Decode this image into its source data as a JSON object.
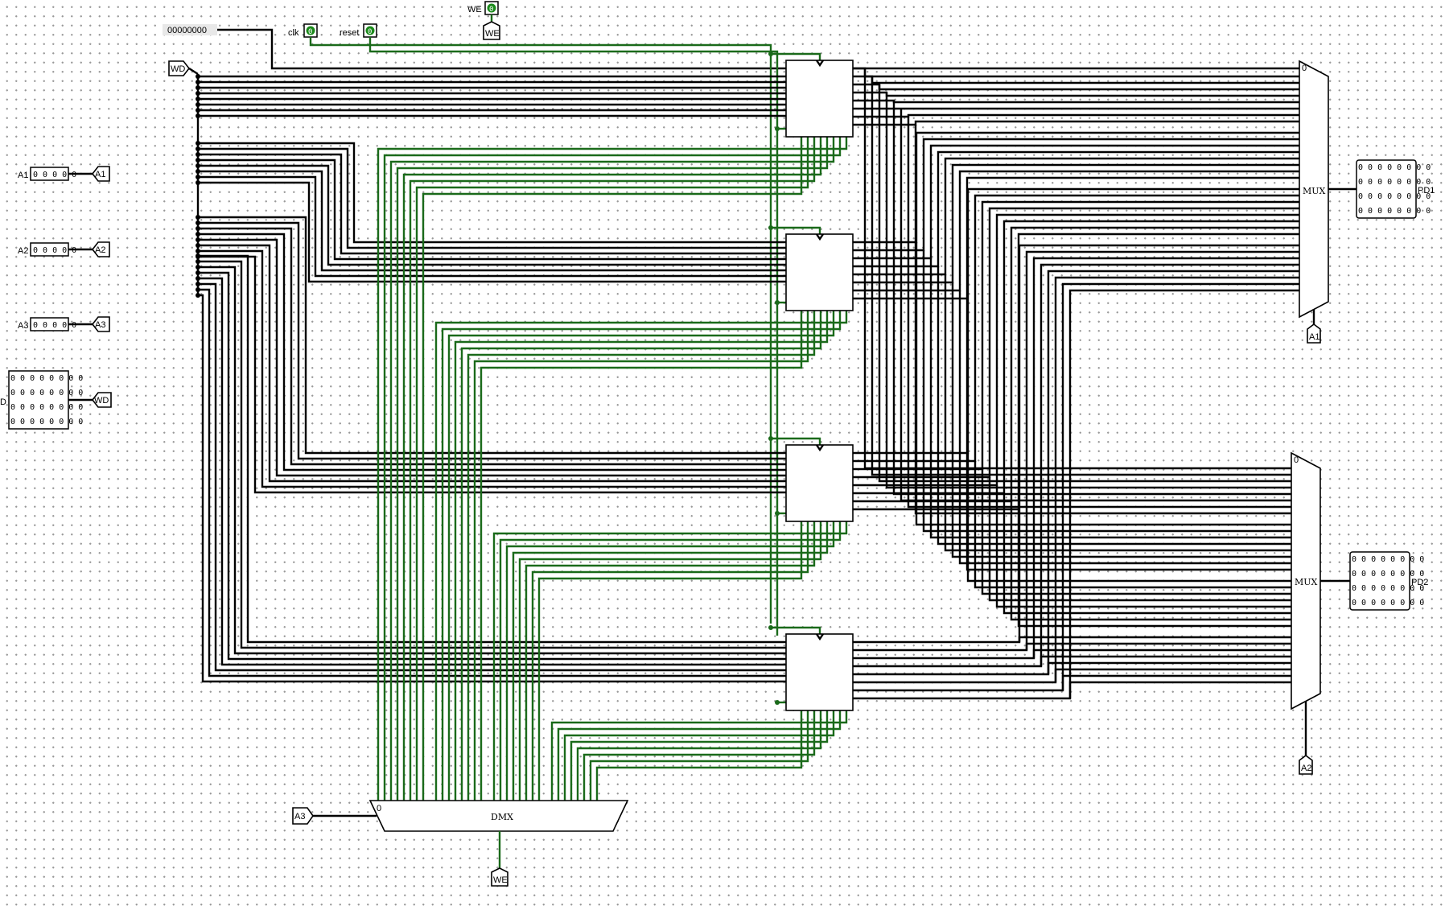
{
  "constant": {
    "value": "00000000"
  },
  "pins": {
    "clk": {
      "label": "clk",
      "state": "0"
    },
    "reset": {
      "label": "reset",
      "state": "0"
    },
    "we": {
      "label": "WE",
      "state": "0"
    }
  },
  "inputs": [
    {
      "label": "A1",
      "value": "0 0 0 0 0",
      "tunnel": "A1"
    },
    {
      "label": "A2",
      "value": "0 0 0 0 0",
      "tunnel": "A2"
    },
    {
      "label": "A3",
      "value": "0 0 0 0 0",
      "tunnel": "A3"
    },
    {
      "label": "D",
      "tunnel": "WD",
      "rows": [
        "0 0 0 0 0 0 0 0",
        "0 0 0 0 0 0 0 0",
        "0 0 0 0 0 0 0 0",
        "0 0 0 0 0 0 0 0"
      ]
    }
  ],
  "tunnels": {
    "wd": "WD",
    "we_top": "WE",
    "we_bottom": "WE",
    "a3_dmx": "A3",
    "a1_mux": "A1",
    "a2_mux": "A2"
  },
  "mux1": {
    "label": "MUX",
    "sel_bit": "0"
  },
  "mux2": {
    "label": "MUX",
    "sel_bit": "0"
  },
  "dmx": {
    "label": "DMX",
    "sel_bit": "0"
  },
  "outputs": [
    {
      "label": "PD1",
      "rows": [
        "0 0 0 0 0 0 0 0",
        "0 0 0 0 0 0 0 0",
        "0 0 0 0 0 0 0 0",
        "0 0 0 0 0 0 0 0"
      ]
    },
    {
      "label": "PD2",
      "rows": [
        "0 0 0 0 0 0 0 0",
        "0 0 0 0 0 0 0 0",
        "0 0 0 0 0 0 0 0",
        "0 0 0 0 0 0 0 0"
      ]
    }
  ],
  "registers": 4,
  "colors": {
    "wire": "#000000",
    "active_wire": "#1a6a1a",
    "grid_dot": "#9a9a9a"
  }
}
